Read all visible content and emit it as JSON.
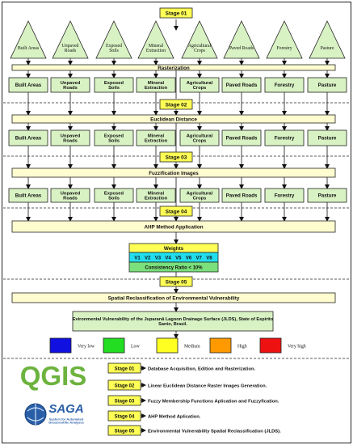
{
  "stage_tags": [
    "Stage 01",
    "Stage 02",
    "Stage 03",
    "Stage 04",
    "Stage 05"
  ],
  "stage_tags_display": [
    "Stage 01",
    "Stage 02",
    "Stage 03",
    "Stage 04",
    "Stage  05"
  ],
  "inputs": [
    "Built Areas",
    "Unpaved Roads",
    "Exposed Soils",
    "Mineral Extraction",
    "Agricultural Crops",
    "Paved Roads",
    "Forestry",
    "Pasture"
  ],
  "processes": {
    "rasterization": "Rasterization",
    "euclidean": "Euclidean Distance",
    "fuzzification": "Fuzzification Images",
    "ahp": "AHP Method Application",
    "spatial": "Spatial Reclassification of Environmental Vulnerability"
  },
  "weights": {
    "title": "Weights",
    "items": [
      "V1",
      "V2",
      "V3",
      "V4",
      "V5",
      "V6",
      "V7",
      "V8"
    ],
    "consistency": "Consistency Ratio < 10%"
  },
  "result_text": "Evironmental Vulnerability of the Juparanã Lagoon  Drainage Surface (JLDS), State of Espírito Santo, Brasil.",
  "legend": [
    {
      "label": "Very low",
      "color": "#1010e0"
    },
    {
      "label": "Low",
      "color": "#22dd22"
    },
    {
      "label": "Medium",
      "color": "#ffff22"
    },
    {
      "label": "High",
      "color": "#ff9900"
    },
    {
      "label": "Very high",
      "color": "#ee1111"
    }
  ],
  "stage_descriptions": [
    {
      "stage": "Stage 01",
      "text": "Database Acquisition, Edition and Rasterization."
    },
    {
      "stage": "Stage  02",
      "text": "Linear Euclidean Distance Raster Images Generation."
    },
    {
      "stage": "Stage 03",
      "text": "Fuzzy Membership Functions Aplication and Fuzzyfication."
    },
    {
      "stage": "Stage 04",
      "text": "AHP Method Aplication."
    },
    {
      "stage": "Stage 05",
      "text": "Environmental Vulnerability Spatial Reclassification (JLDS)."
    }
  ],
  "logos": {
    "qgis": "QGIS",
    "saga": "SAGA",
    "saga_sub": "System for Automated Geoscientific Analyses"
  },
  "colors": {
    "box_green": "#d9f2c4",
    "process_yellow": "#fffccf",
    "stage_yellow": "#ffff55",
    "weights_cyan": "#22ddee",
    "consistency_green": "#7be07b",
    "qgis_green": "#6db33f"
  }
}
